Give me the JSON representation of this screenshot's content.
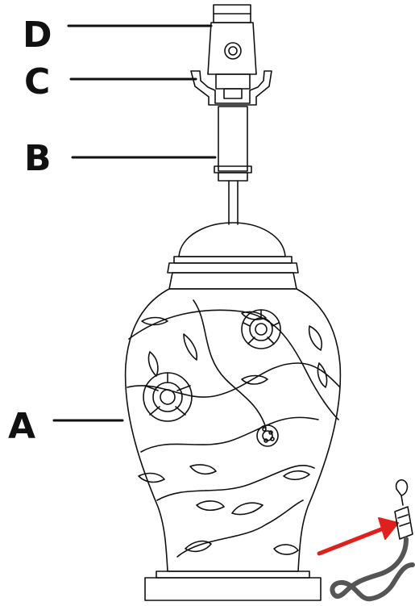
{
  "labels": {
    "a": "A",
    "b": "B",
    "c": "C",
    "d": "D"
  },
  "colors": {
    "line": "#111111",
    "arrow": "#e0201c",
    "cord": "#555555",
    "background": "#ffffff"
  },
  "parts": {
    "a": "lamp-body-icon",
    "b": "threaded-rod-icon",
    "c": "harp-saddle-icon",
    "d": "socket-icon",
    "plug": "plug-icon"
  }
}
